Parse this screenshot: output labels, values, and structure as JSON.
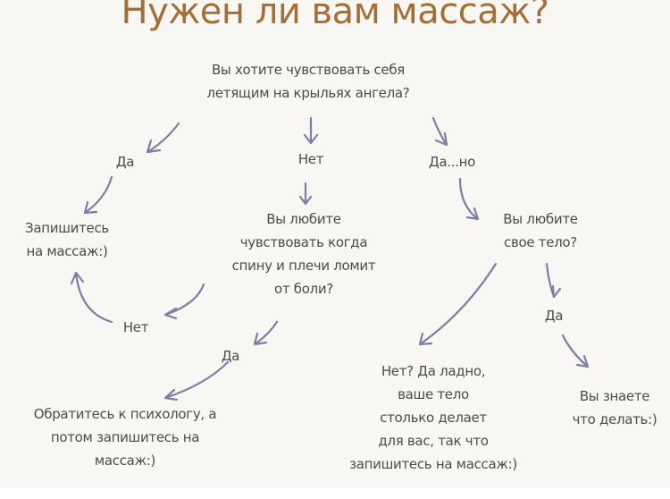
{
  "title": "Нужен ли вам массаж?",
  "colors": {
    "title": "#a36f37",
    "text": "#4b4b4b",
    "arrows": "#7d7ea3",
    "background": "#f8f7f3"
  },
  "nodes": {
    "q1": [
      "Вы хотите чувствовать себя",
      "летящим на крыльях ангела?"
    ],
    "yes1": "Да",
    "no1": "Нет",
    "yesbut": "Да...но",
    "signup": [
      "Запишитесь",
      "на массаж:)"
    ],
    "q2": [
      "Вы любите",
      "чувствовать когда",
      "спину и плечи ломит",
      "от боли?"
    ],
    "q3": [
      "Вы любите",
      "свое тело?"
    ],
    "no2": "Нет",
    "yes2": "Да",
    "yes3": "Да",
    "psych": [
      "Обратитесь к психологу, а",
      "потом запишитесь на",
      "массаж:)"
    ],
    "body": [
      "Нет? Да ладно,",
      "ваше тело",
      "столько делает",
      "для вас, так что",
      "запишитесь на массаж:)"
    ],
    "know": [
      "Вы знаете",
      "что делать:)"
    ]
  }
}
